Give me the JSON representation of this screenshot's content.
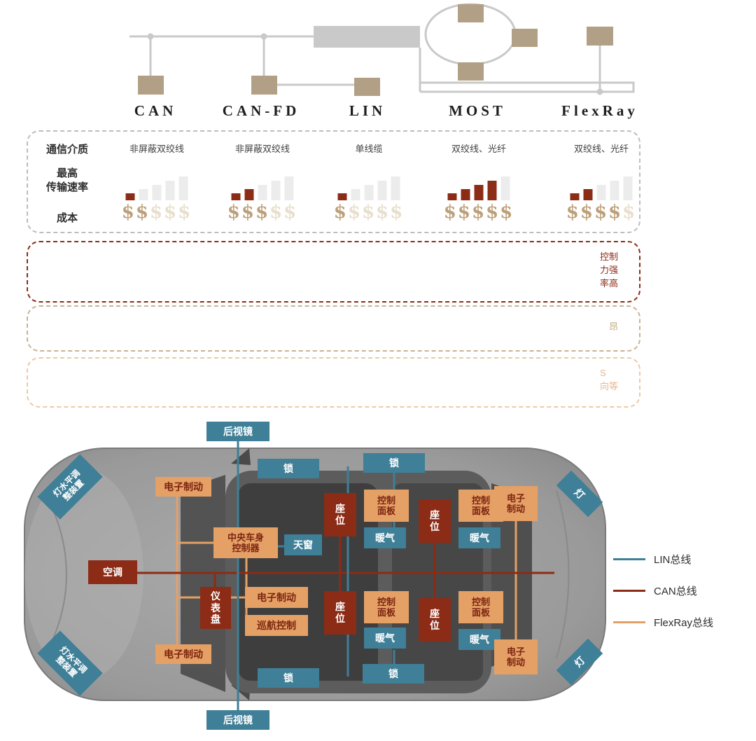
{
  "buses": [
    "CAN",
    "CAN-FD",
    "LIN",
    "MOST",
    "FlexRay"
  ],
  "spec": {
    "medium_label": "通信介质",
    "speed_label": "最高\n传输速率",
    "cost_label": "成本"
  },
  "chart_data": {
    "type": "table",
    "categories": [
      "CAN",
      "CAN-FD",
      "LIN",
      "MOST",
      "FlexRay"
    ],
    "rows": [
      {
        "label": "通信介质",
        "values": [
          "非屏蔽双绞线",
          "非屏蔽双绞线",
          "单线缆",
          "双绞线、光纤",
          "双绞线、光纤"
        ]
      },
      {
        "label": "最高传输速率",
        "unit": "filled_bars_of_5",
        "values": [
          1,
          2,
          1,
          4,
          2
        ]
      },
      {
        "label": "成本",
        "unit": "dark_dollars_of_5",
        "values": [
          2,
          3,
          1,
          5,
          4
        ]
      }
    ],
    "bar_heights": [
      10,
      16,
      22,
      28,
      34
    ],
    "dollar_char": "$",
    "dollar_max": 5
  },
  "info_boxes": [
    {
      "lines": [
        "控制",
        "力强",
        "率高"
      ]
    },
    {
      "lines": [
        "昂"
      ]
    },
    {
      "lines": [
        "S",
        "向等"
      ]
    }
  ],
  "car": {
    "labels": {
      "mirror": "后视镜",
      "light_leveling": "灯水平调整装置",
      "e_brake": "电子制动",
      "lock": "锁",
      "seat": "座位",
      "control_panel": "控制面板",
      "central_body_controller": "中央车身控制器",
      "sunroof": "天窗",
      "heater": "暖气",
      "ac": "空调",
      "dashboard": "仪表盘",
      "cruise_control": "巡航控制",
      "light": "灯"
    }
  },
  "legend": {
    "items": [
      {
        "label": "LIN总线",
        "color": "#3f7f97"
      },
      {
        "label": "CAN总线",
        "color": "#8c2b16"
      },
      {
        "label": "FlexRay总线",
        "color": "#e5a066"
      }
    ]
  },
  "colors": {
    "lin_teal": "#3f7f97",
    "can_red": "#8c2b16",
    "flexray_orange": "#e5a066",
    "topology_grey": "#c9c9c9",
    "topology_node_tan": "#b2a086",
    "bar_off": "#ececec",
    "dollar_on": "#bda079",
    "dollar_off": "#e8dfcd"
  }
}
